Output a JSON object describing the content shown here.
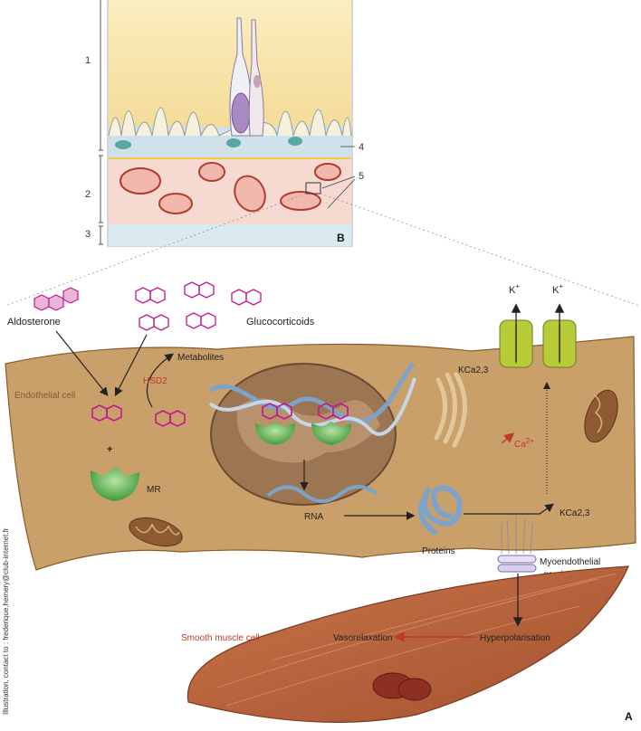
{
  "panel_b": {
    "panel_label": "B",
    "layer_numbers": [
      "1",
      "2",
      "3"
    ],
    "callouts": [
      "4",
      "5"
    ]
  },
  "panel_a": {
    "panel_label": "A",
    "labels": {
      "aldosterone": "Aldosterone",
      "glucocorticoids": "Glucocorticoids",
      "metabolites": "Metabolites",
      "hsd2": "HSD2",
      "endothelial_cell": "Endothelial cell",
      "plus": "+",
      "mr": "MR",
      "rna": "RNA",
      "proteins": "Proteins",
      "kca_top": "KCa2,3",
      "kca_bottom": "KCa2,3",
      "k_plus_1": "K",
      "k_plus_2": "K",
      "k_sup": "+",
      "calcium": "Ca",
      "calcium_sup": "2+",
      "myoendothelial_1": "Myoendothelial",
      "myoendothelial_2": "gap junction",
      "smooth_muscle_cell": "Smooth muscle cell",
      "vasorelaxation": "Vasorelaxation",
      "hyperpolarisation": "Hyperpolarisation"
    },
    "credit": "Illustration, contact to : frederique.hemery@club-internet.fr"
  },
  "colors": {
    "cell_body": "#c9a06a",
    "nucleus": "#9c7552",
    "receptor": "#5fb04a",
    "channel": "#b8cc3a",
    "steroid": "#c2188f",
    "red_text": "#c0392b",
    "muscle": "#b5623d"
  }
}
